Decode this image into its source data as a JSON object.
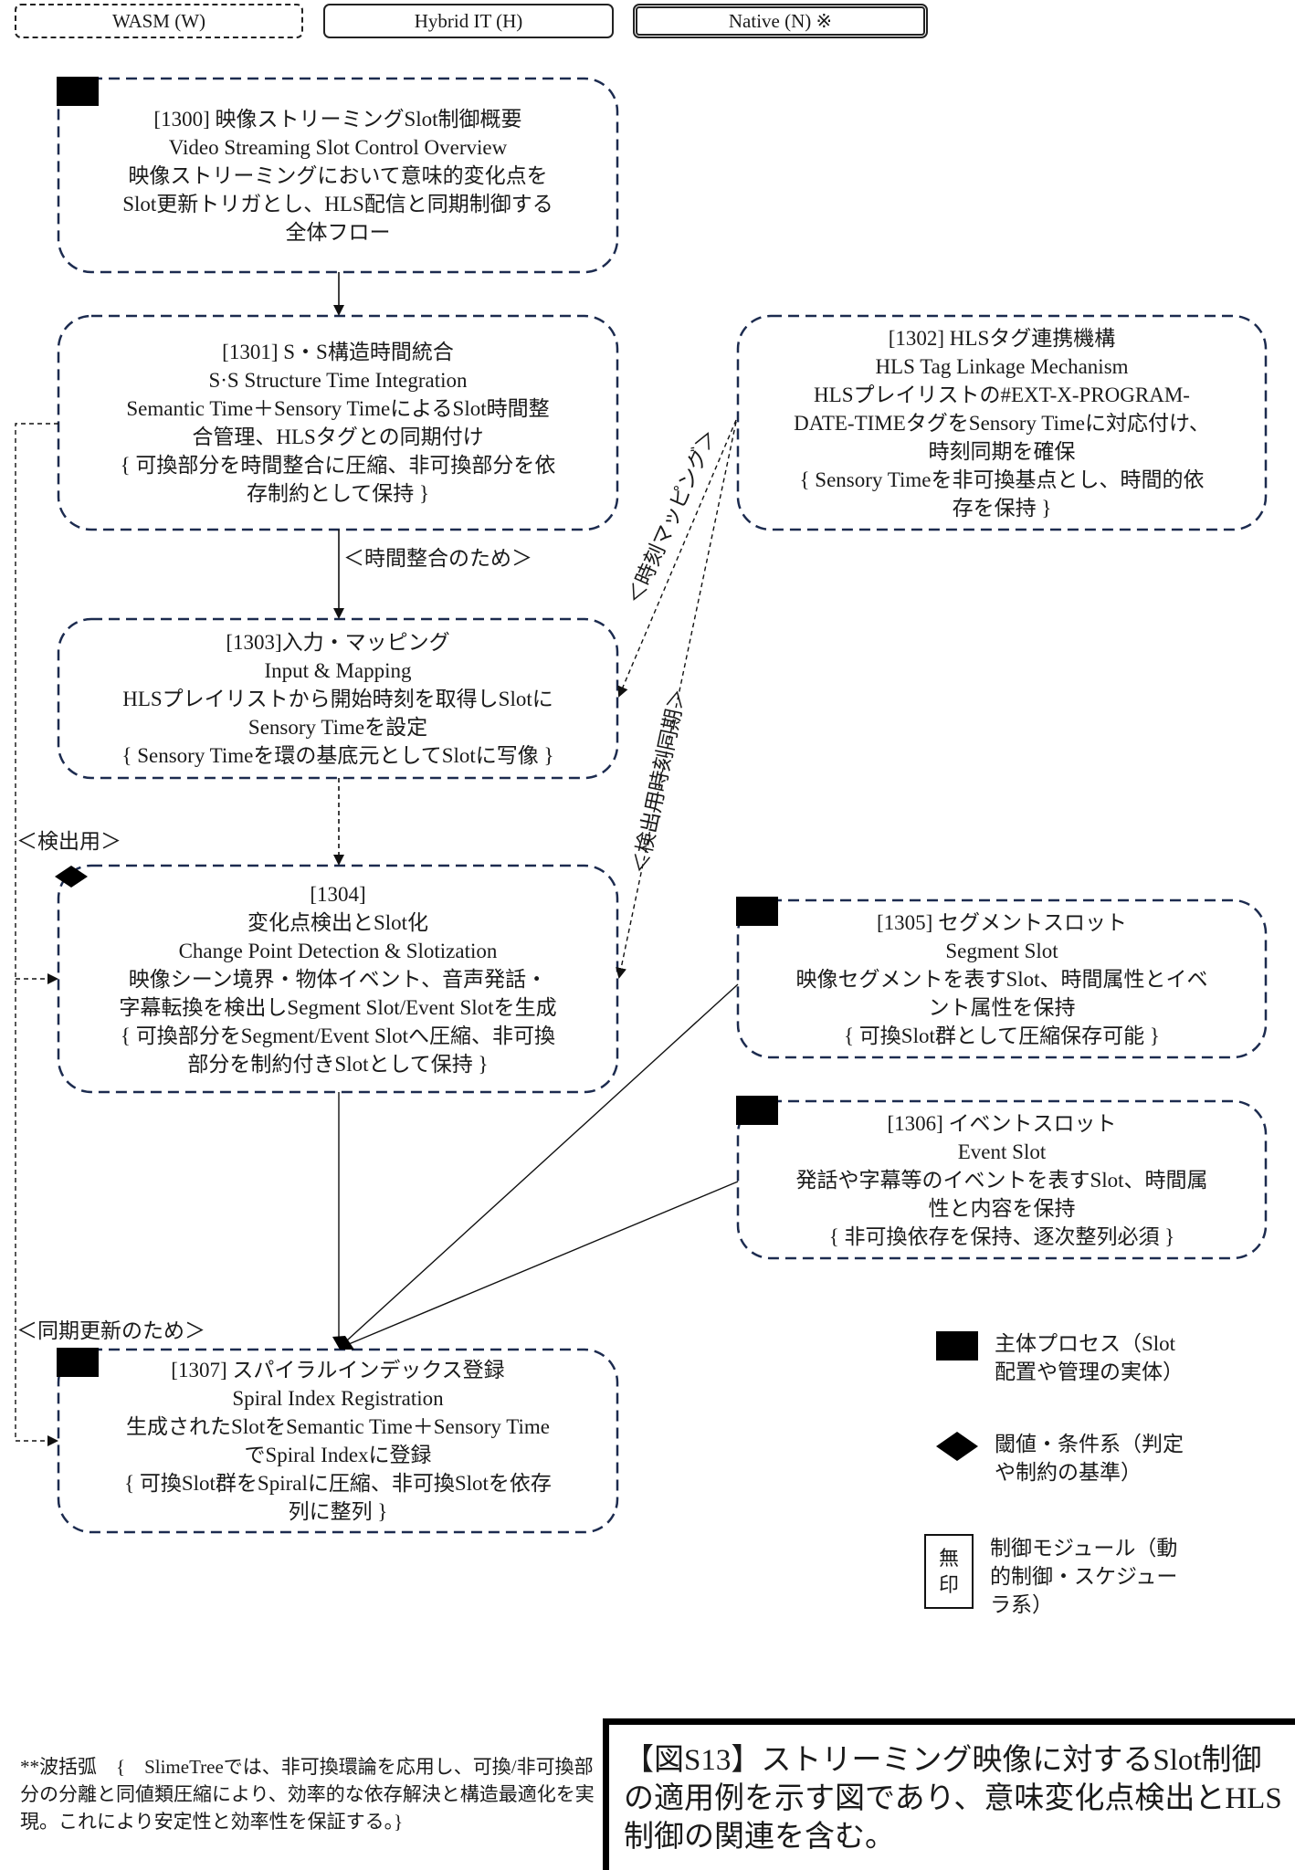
{
  "tabs": [
    {
      "id": "wasm",
      "label": "WASM (W)",
      "border": "dashed"
    },
    {
      "id": "hybrid",
      "label": "Hybrid IT (H)",
      "border": "solid"
    },
    {
      "id": "native",
      "label": "Native (N) ※",
      "border": "double"
    }
  ],
  "colors": {
    "node_border": "#1c2b4f",
    "connector": "#111111",
    "marker": "#000000"
  },
  "nodes": {
    "n1300": {
      "marker": "square",
      "lines": [
        "[1300] 映像ストリーミングSlot制御概要",
        "Video Streaming Slot Control Overview",
        "映像ストリーミングにおいて意味的変化点を",
        "Slot更新トリガとし、HLS配信と同期制御する",
        "全体フロー"
      ]
    },
    "n1301": {
      "marker": "none",
      "lines": [
        "[1301] S・S構造時間統合",
        "S·S Structure Time Integration",
        "Semantic Time＋Sensory TimeによるSlot時間整",
        "合管理、HLSタグとの同期付け",
        "{ 可換部分を時間整合に圧縮、非可換部分を依",
        "存制約として保持 }"
      ]
    },
    "n1302": {
      "marker": "none",
      "lines": [
        "[1302] HLSタグ連携機構",
        "HLS Tag Linkage Mechanism",
        "HLSプレイリストの#EXT-X-PROGRAM-",
        "DATE-TIMEタグをSensory Timeに対応付け、",
        "時刻同期を確保",
        "{ Sensory Timeを非可換基点とし、時間的依",
        "存を保持 }"
      ]
    },
    "n1303": {
      "marker": "none",
      "lines": [
        "[1303]入力・マッピング",
        "Input & Mapping",
        "HLSプレイリストから開始時刻を取得しSlotに",
        "Sensory Timeを設定",
        "{ Sensory Timeを環の基底元としてSlotに写像 }"
      ]
    },
    "n1304": {
      "marker": "diamond",
      "lines": [
        "[1304]",
        "変化点検出とSlot化",
        "Change Point Detection & Slotization",
        "映像シーン境界・物体イベント、音声発話・",
        "字幕転換を検出しSegment Slot/Event Slotを生成",
        "{ 可換部分をSegment/Event Slotへ圧縮、非可換",
        "部分を制約付きSlotとして保持 }"
      ]
    },
    "n1305": {
      "marker": "square",
      "lines": [
        "[1305] セグメントスロット",
        "Segment Slot",
        "映像セグメントを表すSlot、時間属性とイベ",
        "ント属性を保持",
        "{ 可換Slot群として圧縮保存可能 }"
      ]
    },
    "n1306": {
      "marker": "square",
      "lines": [
        "[1306] イベントスロット",
        "Event Slot",
        "発話や字幕等のイベントを表すSlot、時間属",
        "性と内容を保持",
        "{ 非可換依存を保持、逐次整列必須 }"
      ]
    },
    "n1307": {
      "marker": "square",
      "lines": [
        "[1307] スパイラルインデックス登録",
        "Spiral Index Registration",
        "生成されたSlotをSemantic Time＋Sensory Time",
        "でSpiral Indexに登録",
        "{ 可換Slot群をSpiralに圧縮、非可換Slotを依存",
        "列に整列 }"
      ]
    }
  },
  "edges": [
    {
      "from": "1300",
      "to": "1301",
      "style": "solid",
      "label": ""
    },
    {
      "from": "1301",
      "to": "1303",
      "style": "solid",
      "label": "＜時間整合のため＞"
    },
    {
      "from": "1303",
      "to": "1304",
      "style": "dashed",
      "label": ""
    },
    {
      "from": "1302",
      "to": "1303",
      "style": "dashed",
      "label": "＜時刻マッピング＞"
    },
    {
      "from": "1302",
      "to": "1304",
      "style": "dashed",
      "label": "＜検出用時刻同期＞"
    },
    {
      "from": "1301",
      "to": "1304",
      "style": "dashed",
      "label": "＜検出用＞"
    },
    {
      "from": "1301",
      "to": "1307",
      "style": "dashed",
      "label": "＜同期更新のため＞"
    },
    {
      "from": "1304",
      "to": "1307",
      "style": "solid",
      "label": ""
    },
    {
      "from": "1305",
      "to": "1307",
      "style": "solid",
      "label": ""
    },
    {
      "from": "1306",
      "to": "1307",
      "style": "solid",
      "label": ""
    }
  ],
  "edge_labels": {
    "time_alignment": "＜時間整合のため＞",
    "time_mapping": "＜時刻マッピング＞",
    "detection_sync": "＜検出用時刻同期＞",
    "for_detection": "＜検出用＞",
    "sync_update": "＜同期更新のため＞"
  },
  "legend": [
    {
      "symbol": "square",
      "lines": [
        "主体プロセス（Slot",
        "配置や管理の実体）"
      ]
    },
    {
      "symbol": "diamond",
      "lines": [
        "閾値・条件系（判定",
        "や制約の基準）"
      ]
    },
    {
      "symbol": "stamp",
      "stamp_chars": [
        "無",
        "印"
      ],
      "lines": [
        "制御モジュール（動",
        "的制御・スケジュー",
        "ラ系）"
      ]
    }
  ],
  "footnote": "**波括弧　{　SlimeTreeでは、非可換環論を応用し、可換/非可換部分の分離と同値類圧縮により、効率的な依存解決と構造最適化を実現。これにより安定性と効率性を保証する。}",
  "caption": "【図S13】ストリーミング映像に対するSlot制御の適用例を示す図であり、意味変化点検出とHLS制御の関連を含む。"
}
